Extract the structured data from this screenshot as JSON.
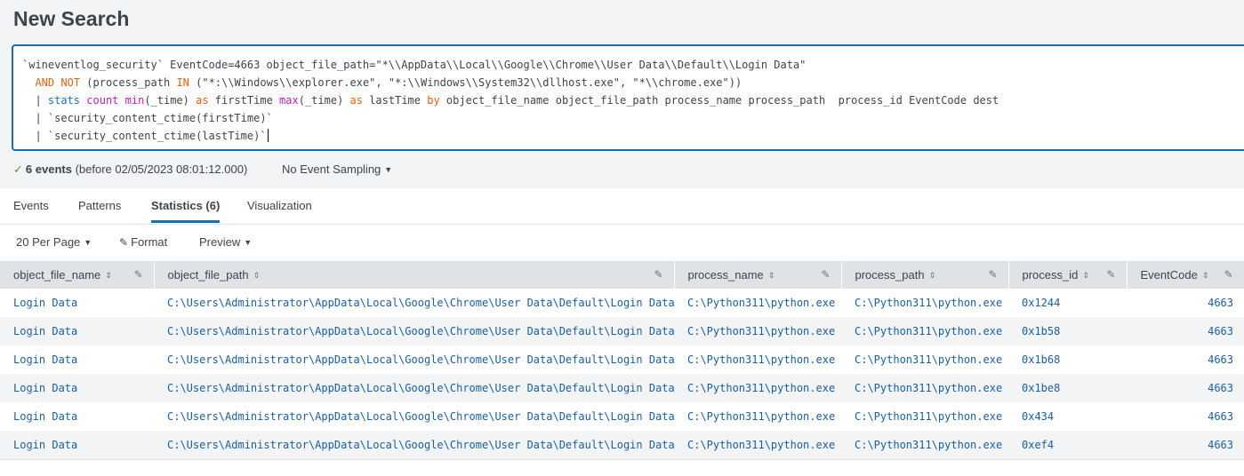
{
  "page": {
    "title": "New Search"
  },
  "search": {
    "line1": "`wineventlog_security` EventCode=4663 object_file_path=\"*\\\\AppData\\\\Local\\\\Google\\\\Chrome\\\\User Data\\\\Default\\\\Login Data\"",
    "line2_and": "AND",
    "line2_not": "NOT",
    "line2_a": " (process_path ",
    "line2_in": "IN",
    "line2_b": " (\"*:\\\\Windows\\\\explorer.exe\", \"*:\\\\Windows\\\\System32\\\\dllhost.exe\", \"*\\\\chrome.exe\"))",
    "line3_pipe": "| ",
    "line3_stats": "stats",
    "line3_count": "count",
    "line3_min": "min",
    "line3_a": "(_time) ",
    "line3_as1": "as",
    "line3_b": " firstTime ",
    "line3_max": "max",
    "line3_c": "(_time) ",
    "line3_as2": "as",
    "line3_d": " lastTime ",
    "line3_by": "by",
    "line3_e": " object_file_name object_file_path process_name process_path  process_id EventCode dest",
    "line4": "| `security_content_ctime(firstTime)`",
    "line5": "| `security_content_ctime(lastTime)`"
  },
  "status": {
    "count": "6 events",
    "before": "(before 02/05/2023 08:01:12.000)",
    "sampling": "No Event Sampling"
  },
  "tabs": [
    "Events",
    "Patterns",
    "Statistics (6)",
    "Visualization"
  ],
  "toolbar": {
    "per_page": "20 Per Page",
    "format": "Format",
    "preview": "Preview"
  },
  "table": {
    "columns": [
      "object_file_name",
      "object_file_path",
      "process_name",
      "process_path",
      "process_id",
      "EventCode"
    ],
    "rows": [
      [
        "Login Data",
        "C:\\Users\\Administrator\\AppData\\Local\\Google\\Chrome\\User Data\\Default\\Login Data",
        "C:\\Python311\\python.exe",
        "C:\\Python311\\python.exe",
        "0x1244",
        "4663"
      ],
      [
        "Login Data",
        "C:\\Users\\Administrator\\AppData\\Local\\Google\\Chrome\\User Data\\Default\\Login Data",
        "C:\\Python311\\python.exe",
        "C:\\Python311\\python.exe",
        "0x1b58",
        "4663"
      ],
      [
        "Login Data",
        "C:\\Users\\Administrator\\AppData\\Local\\Google\\Chrome\\User Data\\Default\\Login Data",
        "C:\\Python311\\python.exe",
        "C:\\Python311\\python.exe",
        "0x1b68",
        "4663"
      ],
      [
        "Login Data",
        "C:\\Users\\Administrator\\AppData\\Local\\Google\\Chrome\\User Data\\Default\\Login Data",
        "C:\\Python311\\python.exe",
        "C:\\Python311\\python.exe",
        "0x1be8",
        "4663"
      ],
      [
        "Login Data",
        "C:\\Users\\Administrator\\AppData\\Local\\Google\\Chrome\\User Data\\Default\\Login Data",
        "C:\\Python311\\python.exe",
        "C:\\Python311\\python.exe",
        "0x434",
        "4663"
      ],
      [
        "Login Data",
        "C:\\Users\\Administrator\\AppData\\Local\\Google\\Chrome\\User Data\\Default\\Login Data",
        "C:\\Python311\\python.exe",
        "C:\\Python311\\python.exe",
        "0xef4",
        "4663"
      ]
    ]
  },
  "colors": {
    "accent": "#1a6fb4",
    "link": "#1a5fa0",
    "keyword_orange": "#e5620e",
    "keyword_magenta": "#c01cc0",
    "success": "#5a9c31"
  }
}
